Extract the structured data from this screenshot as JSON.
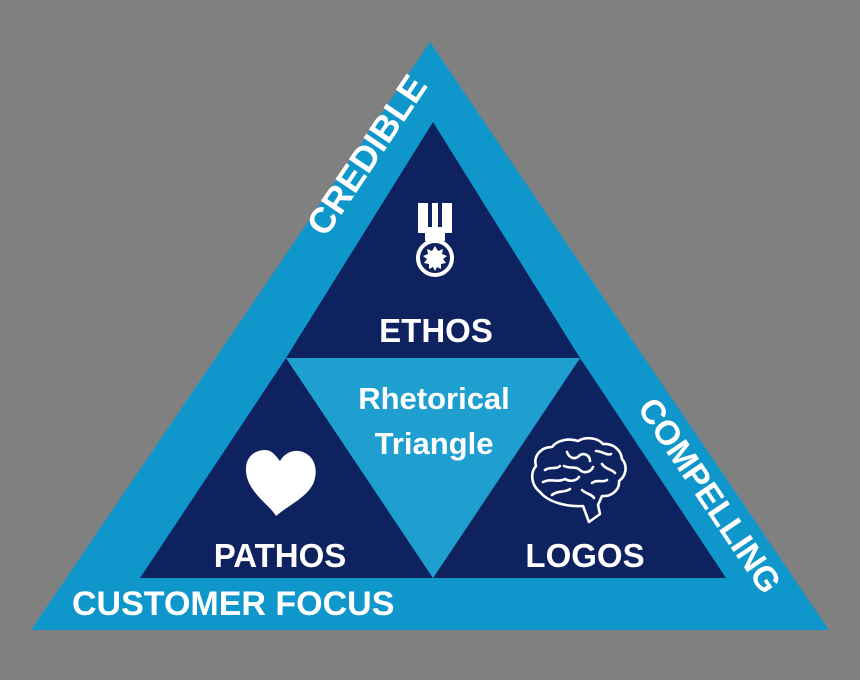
{
  "background_color": "#808080",
  "colors": {
    "outer_triangle": "#0f97cc",
    "inner_triangles": "#0e2260",
    "center_triangle": "#1e9fd0",
    "text": "#ffffff"
  },
  "diagram": {
    "edges": {
      "left": "CREDIBLE",
      "right": "COMPELLING",
      "bottom": "CUSTOMER FOCUS"
    },
    "top_section": {
      "label": "ETHOS",
      "icon": "medal-icon"
    },
    "left_section": {
      "label": "PATHOS",
      "icon": "heart-icon"
    },
    "right_section": {
      "label": "LOGOS",
      "icon": "brain-icon"
    },
    "center": {
      "line1": "Rhetorical",
      "line2": "Triangle"
    }
  }
}
